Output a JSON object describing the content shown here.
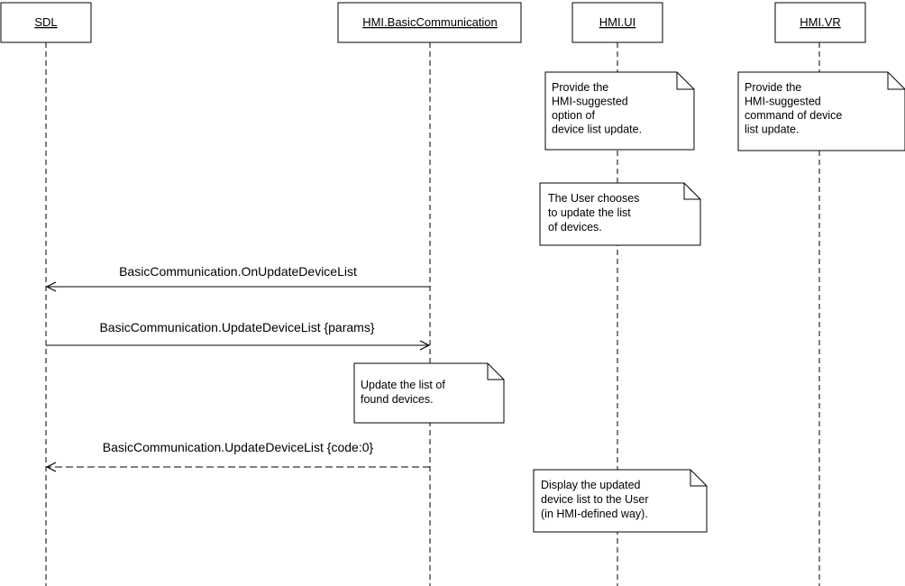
{
  "diagram": {
    "actors": [
      {
        "id": "sdl",
        "label": "SDL"
      },
      {
        "id": "bc",
        "label": "HMI.BasicCommunication"
      },
      {
        "id": "ui",
        "label": "HMI.UI"
      },
      {
        "id": "vr",
        "label": "HMI.VR"
      }
    ],
    "notes": [
      {
        "id": "ui-suggest",
        "lifeline": "ui",
        "lines": [
          "Provide the",
          "HMI-suggested",
          "option of",
          "device list update."
        ]
      },
      {
        "id": "vr-suggest",
        "lifeline": "vr",
        "lines": [
          "Provide the",
          "HMI-suggested",
          "command of device",
          "list update."
        ]
      },
      {
        "id": "user-choose",
        "lifeline": "ui",
        "lines": [
          "The User chooses",
          "to update the list",
          "of devices."
        ]
      },
      {
        "id": "bc-update",
        "lifeline": "bc",
        "lines": [
          "Update the list of",
          "found devices."
        ]
      },
      {
        "id": "ui-display",
        "lifeline": "ui",
        "lines": [
          "Display the updated",
          "device list to the User",
          "(in HMI-defined way)."
        ]
      }
    ],
    "messages": [
      {
        "id": "on-update",
        "from": "bc",
        "to": "sdl",
        "label": "BasicCommunication.OnUpdateDeviceList",
        "style": "solid"
      },
      {
        "id": "update-req",
        "from": "sdl",
        "to": "bc",
        "label": "BasicCommunication.UpdateDeviceList {params}",
        "style": "solid"
      },
      {
        "id": "update-resp",
        "from": "bc",
        "to": "sdl",
        "label": "BasicCommunication.UpdateDeviceList {code:0}",
        "style": "dashed"
      }
    ],
    "colors": {
      "line": "#000000",
      "background": "#ffffff"
    }
  }
}
